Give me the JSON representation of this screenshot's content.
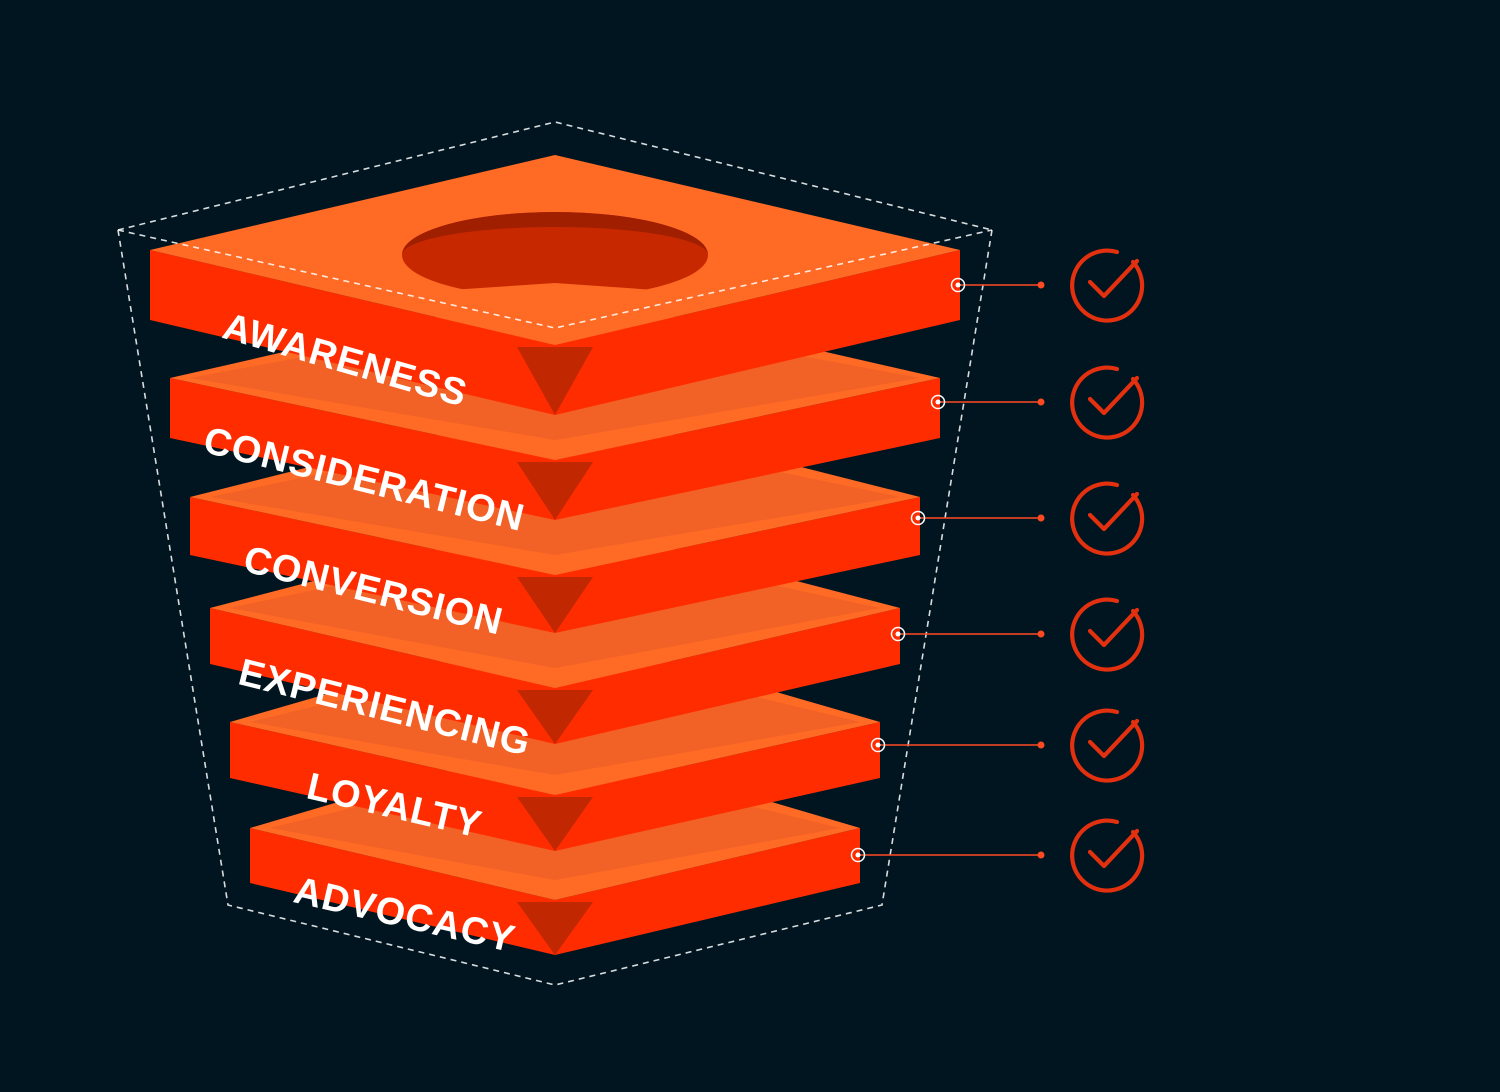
{
  "diagram": {
    "type": "funnel-stack",
    "stages": [
      {
        "label": "AWARENESS",
        "checked": true
      },
      {
        "label": "CONSIDERATION",
        "checked": true
      },
      {
        "label": "CONVERSION",
        "checked": true
      },
      {
        "label": "EXPERIENCING",
        "checked": true
      },
      {
        "label": "LOYALTY",
        "checked": true
      },
      {
        "label": "ADVOCACY",
        "checked": true
      }
    ]
  },
  "colors": {
    "background": "#011520",
    "top_face": "#ff6a25",
    "front_face": "#ff2c00",
    "arrow": "#c12700",
    "hole": "#c82800",
    "check": "#e3300f",
    "connector": "#ff4a22",
    "outline": "#ffffff"
  }
}
